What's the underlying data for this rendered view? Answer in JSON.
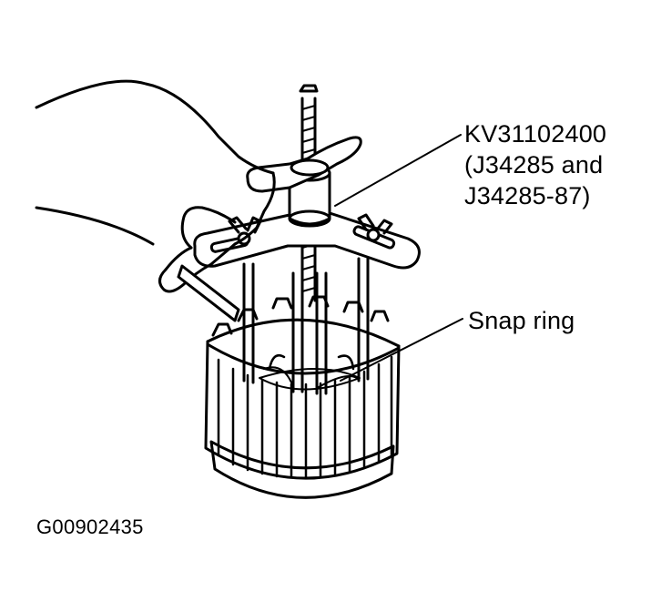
{
  "callouts": {
    "tool_line1": "KV31102400",
    "tool_line2": "(J34285 and",
    "tool_line3": "J34285-87)",
    "snap_ring": "Snap ring"
  },
  "figure_id": "G00902435",
  "colors": {
    "ink": "#000000",
    "paper": "#ffffff"
  }
}
